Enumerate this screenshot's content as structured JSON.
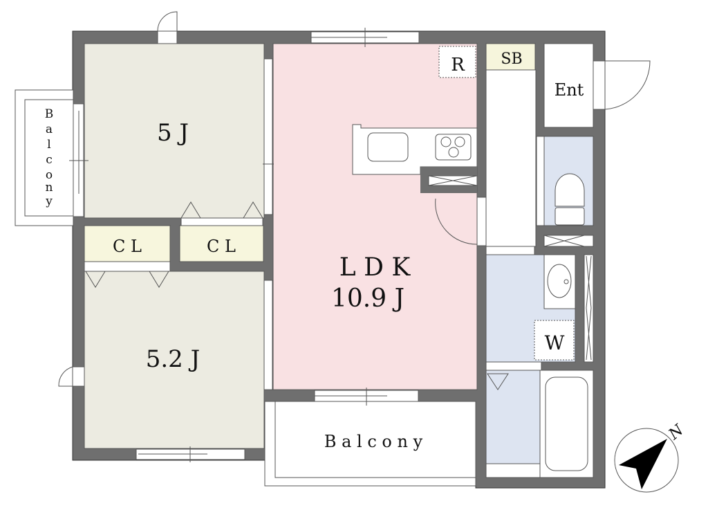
{
  "rooms": {
    "bedroom1": "5 J",
    "bedroom2": "5.2 J",
    "closet1": "C L",
    "closet2": "C L",
    "ldk_name": "L D K",
    "ldk_size": "10.9 J",
    "refrigerator": "R",
    "shoe_box": "SB",
    "entrance": "Ent",
    "washer": "W",
    "balcony_bottom": "B a l c o n y",
    "balcony_left": [
      "B",
      "a",
      "l",
      "c",
      "o",
      "n",
      "y"
    ]
  },
  "compass": {
    "label": "N"
  },
  "colors": {
    "wall": "#6f6f6f",
    "bedroom": "#ecebe1",
    "closet": "#f7f6dd",
    "ldk": "#f9e1e3",
    "wet_area": "#dde4f1"
  }
}
